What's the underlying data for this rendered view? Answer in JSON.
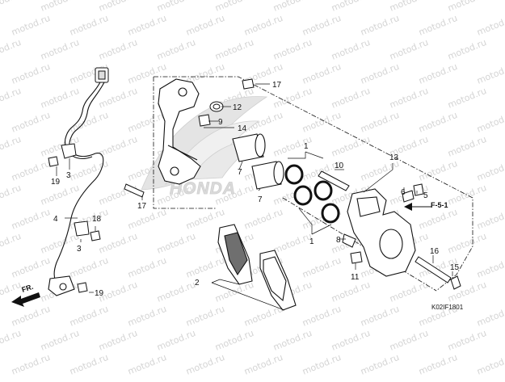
{
  "diagram": {
    "part_code": "K02IF1801",
    "direction_label": "FR.",
    "ref_label": "F-5-1",
    "brand": "HONDA",
    "watermark": "motod.ru",
    "callouts": {
      "n1a": "1",
      "n1b": "1",
      "n2": "2",
      "n3a": "3",
      "n3b": "3",
      "n4": "4",
      "n5": "5",
      "n6": "6",
      "n7a": "7",
      "n7b": "7",
      "n8": "8",
      "n9": "9",
      "n10": "10",
      "n11": "11",
      "n12": "12",
      "n13": "13",
      "n14": "14",
      "n15": "15",
      "n16": "16",
      "n17a": "17",
      "n17b": "17",
      "n18": "18",
      "n19a": "19",
      "n19b": "19"
    }
  },
  "colors": {
    "line": "#111111",
    "watermark": "#d4d4d4",
    "logo": "#e2e2e2",
    "pad": "#6f6f6f"
  }
}
